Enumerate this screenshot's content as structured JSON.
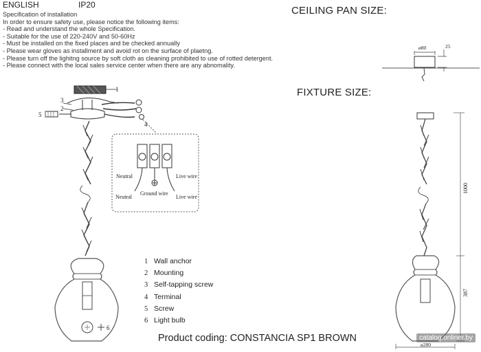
{
  "header": {
    "language": "ENGLISH",
    "rating": "IP20"
  },
  "spec": {
    "lines": [
      "Specification of installation",
      "In order to ensure safety use, please notice the following items:",
      "- Read and understand the whole Specification.",
      "- Suitable for the use of 220-240V and 50-60Hz",
      "- Must be installed on the fixed places and be checked annually",
      "- Please wear gloves as installment and avoid rot on the surface of plaetng.",
      "- Please turn off the lighitng source by soft cloth as cleaning prohibited to use of rotted detergent.",
      "- Please connect with the local sales service center when there are any abnomality."
    ]
  },
  "sections": {
    "ceiling_pan": "CEILING PAN SIZE:",
    "fixture": "FIXTURE SIZE:"
  },
  "ceiling_dims": {
    "diameter": "ø80",
    "height": "25"
  },
  "fixture_dims": {
    "length": "1000",
    "height": "387",
    "diameter": "ø280"
  },
  "diagram_callouts": {
    "c1": "1",
    "c3": "3",
    "c2": "2",
    "c4": "4",
    "c5": "5",
    "c6": "6"
  },
  "wiring": {
    "neutral_top": "Neutral",
    "live_top": "Live wire",
    "neutral_bottom": "Neutral",
    "ground": "Ground wire",
    "live_bottom": "Live wire"
  },
  "legend": [
    {
      "num": "1",
      "label": "Wall anchor"
    },
    {
      "num": "2",
      "label": "Mounting"
    },
    {
      "num": "3",
      "label": "Self-tapping screw"
    },
    {
      "num": "4",
      "label": "Terminal"
    },
    {
      "num": "5",
      "label": "Screw"
    },
    {
      "num": "6",
      "label": "Light bulb"
    }
  ],
  "product": {
    "coding": "Product coding: CONSTANCIA SP1 BROWN"
  },
  "watermark": "catalog.onliner.by",
  "colors": {
    "ink": "#222222",
    "glass": "#555555",
    "background": "#ffffff"
  }
}
